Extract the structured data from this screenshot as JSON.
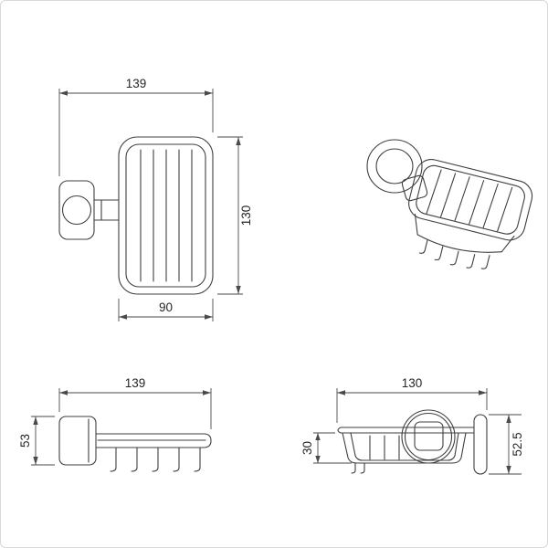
{
  "theme": {
    "background": "#ffffff",
    "border_color": "#d9d9d9",
    "line_color": "#3f3f3f",
    "dim_color": "#4a4a4a",
    "text_color": "#262626"
  },
  "views": {
    "plan": {
      "dim_overall_width": "139",
      "dim_overall_height": "130",
      "dim_basket_width": "90"
    },
    "front": {
      "dim_overall_width": "139",
      "dim_plate_height": "53"
    },
    "side": {
      "dim_overall_width": "130",
      "dim_basket_depth": "30",
      "dim_overall_height": "52.5"
    }
  }
}
